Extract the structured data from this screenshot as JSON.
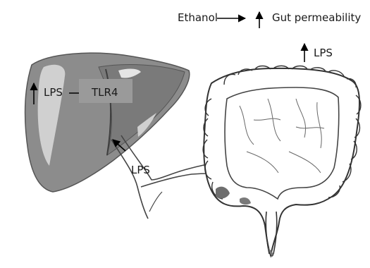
{
  "labels": {
    "ethanol": "Ethanol",
    "gut_permeability": "Gut permeability",
    "lps_gut": "LPS",
    "lps_liver": "LPS",
    "tlr4": "TLR4",
    "lps_portal": "LPS"
  },
  "colors": {
    "liver_fill": "#8c8c8c",
    "liver_dark": "#6f6f6f",
    "tlr4_box": "#9a9a9a",
    "arrow": "#000000",
    "outline": "#333333"
  },
  "icons": {
    "up_arrow": "up-arrow-icon",
    "right_arrow": "right-arrow-icon"
  }
}
